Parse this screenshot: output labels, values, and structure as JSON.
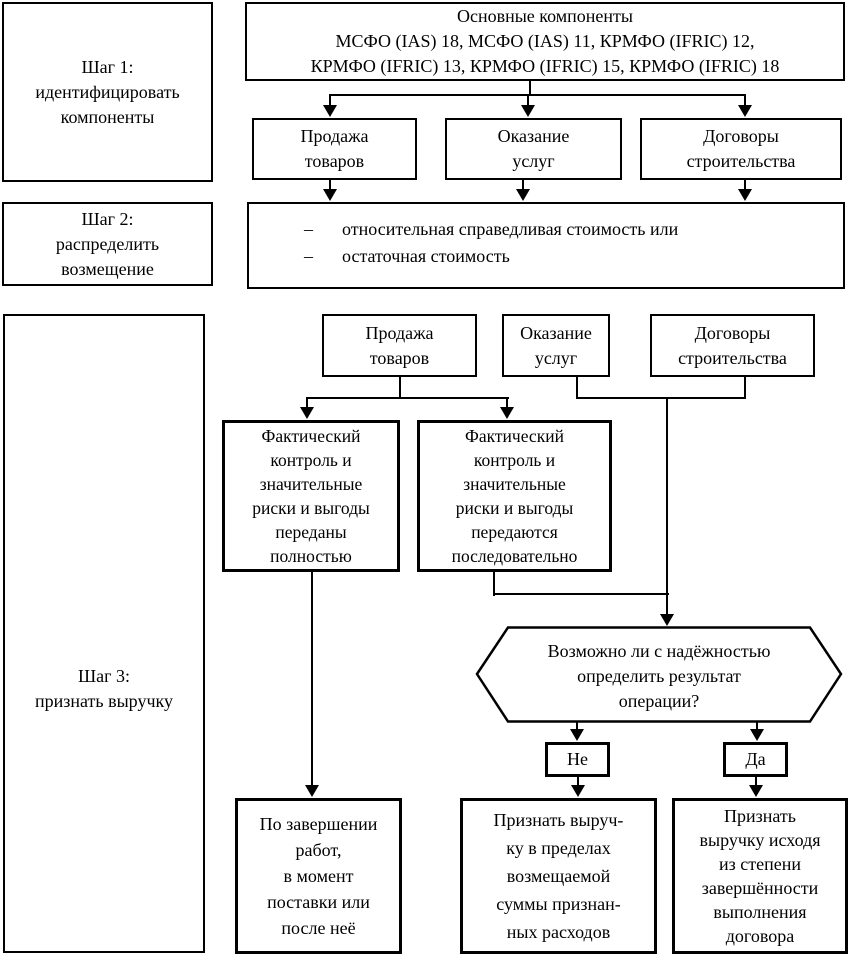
{
  "colors": {
    "line": "#000000",
    "background": "#ffffff"
  },
  "left_steps": {
    "step1": "Шаг 1:\nидентифицировать\nкомпоненты",
    "step2": "Шаг 2:\nраспределить\nвозмещение",
    "step3": "Шаг 3:\nпризнать выручку"
  },
  "components_header": "Основные компоненты\nМСФО (IAS) 18, МСФО (IAS) 11, КРМФО (IFRIC) 12,\nКРМФО (IFRIC) 13, КРМФО (IFRIC) 15, КРМФО (IFRIC) 18",
  "categories_step1": {
    "goods": "Продажа\nтоваров",
    "services": "Оказание\nуслуг",
    "construction": "Договоры\nстроительства"
  },
  "allocation": {
    "dash": "–",
    "item1": "относительная справедливая стоимость или",
    "item2": "остаточная стоимость"
  },
  "categories_step3": {
    "goods": "Продажа\nтоваров",
    "services": "Оказание\nуслуг",
    "construction": "Договоры\nстроительства"
  },
  "recognition": {
    "transferred_fully": "Фактический\nконтроль и\nзначительные\nриски и выгоды\nпереданы\nполностью",
    "transferred_sequentially": "Фактический\nконтроль и\nзначительные\nриски и выгоды\nпередаются\nпоследовательно",
    "decision_question": "Возможно ли с надёжностью\nопределить результат\nоперации?",
    "answer_no": "Не",
    "answer_yes": "Да",
    "outcome_completion": "По завершении\nработ,\nв момент\nпоставки или\nпосле неё",
    "outcome_cost_recovery": "Признать выруч-\nку в пределах\nвозмещаемой\nсуммы признан-\nных расходов",
    "outcome_stage": "Признать\nвыручку исходя\nиз степени\nзавершённости\nвыполнения\nдоговора"
  }
}
